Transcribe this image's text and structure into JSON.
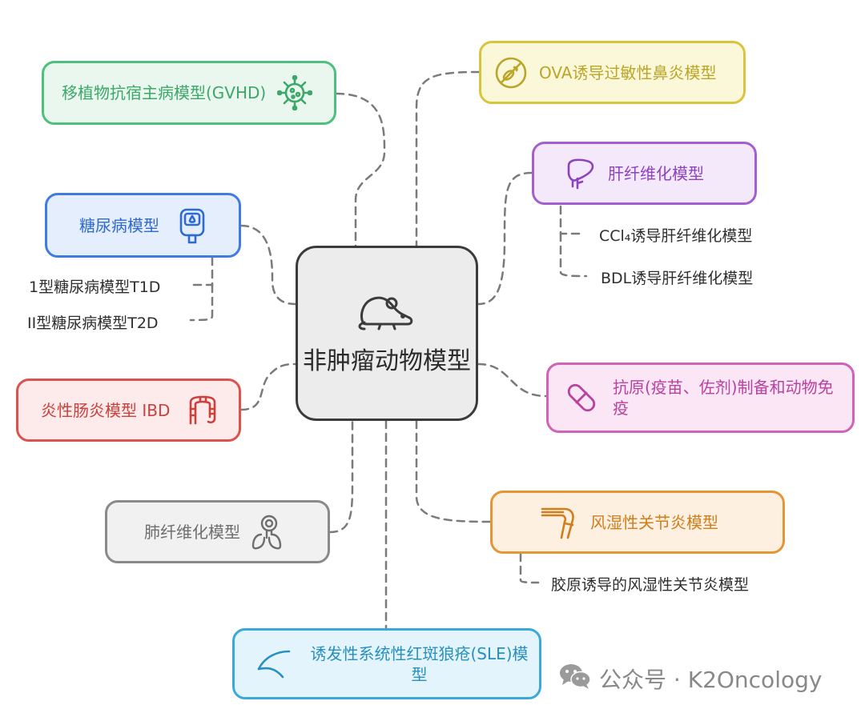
{
  "colors": {
    "center": "#3b3b3b",
    "gvhd": "#4fbf7e",
    "ova": "#d8c53d",
    "liver": "#a35fd1",
    "diabetes": "#3f7be0",
    "ibd": "#d9534f",
    "antigen": "#d062b8",
    "lung": "#8a8a8a",
    "ra": "#e39636",
    "sle": "#3aa9d9"
  },
  "center": {
    "title": "非肿瘤动物模型",
    "icon": "mouse-icon"
  },
  "nodes": {
    "gvhd": {
      "label": "移植物抗宿主病模型(GVHD)",
      "icon": "virus-icon"
    },
    "ova": {
      "label": "OVA诱导过敏性鼻炎模型",
      "icon": "no-allergen-icon"
    },
    "liver": {
      "label": "肝纤维化模型",
      "icon": "liver-icon"
    },
    "diabetes": {
      "label": "糖尿病模型",
      "icon": "glucose-meter-icon"
    },
    "ibd": {
      "label": "炎性肠炎模型 IBD",
      "icon": "intestine-icon"
    },
    "antigen": {
      "label": "抗原(疫苗、佐剂)制备和动物免疫",
      "icon": "capsule-icon"
    },
    "lung": {
      "label": "肺纤维化模型",
      "icon": "lungs-icon"
    },
    "ra": {
      "label": "风湿性关节炎模型",
      "icon": "knee-joint-icon"
    },
    "sle": {
      "label": "诱发性系统性红斑狼疮(SLE)模型",
      "icon": "butterfly-rash-icon"
    }
  },
  "leaves": {
    "ccl4": "CCl₄诱导肝纤维化模型",
    "bdl": "BDL诱导肝纤维化模型",
    "t1d": "1型糖尿病模型T1D",
    "t2d": "II型糖尿病模型T2D",
    "cia": "胶原诱导的风湿性关节炎模型"
  },
  "watermark": {
    "text": "公众号 · K2Oncology",
    "icon": "wechat-icon"
  }
}
